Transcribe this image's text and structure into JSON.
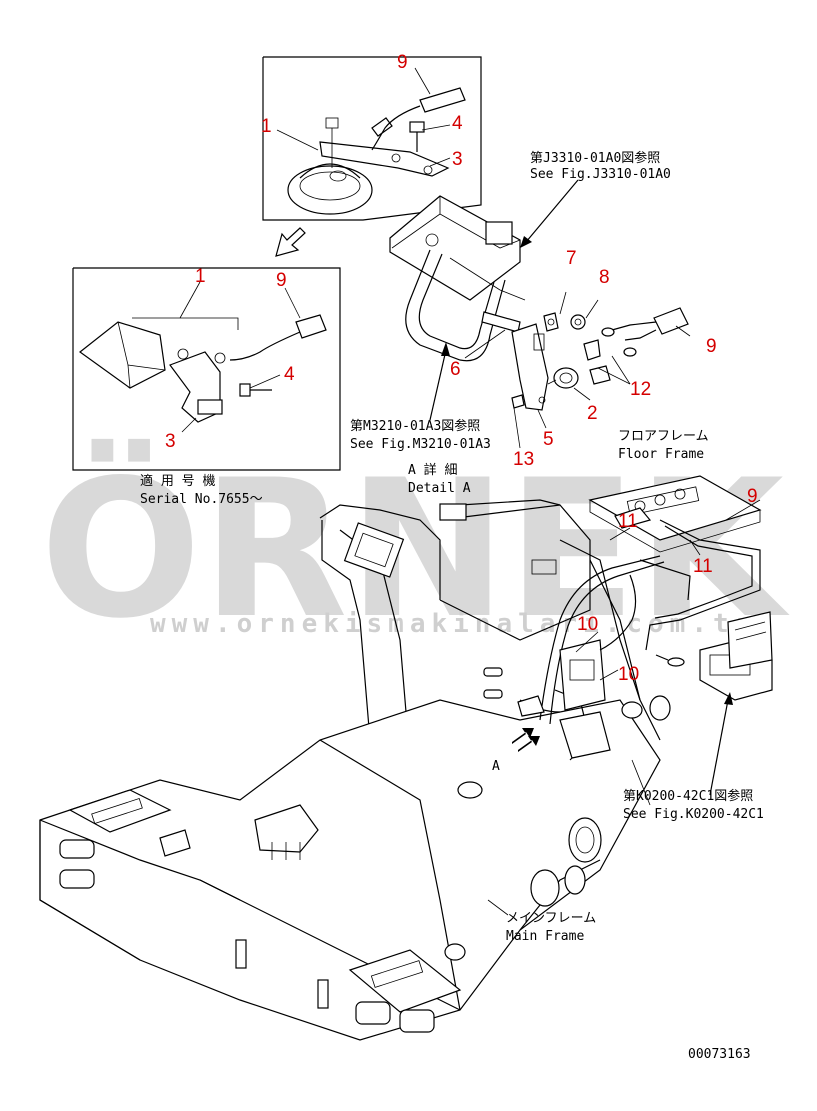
{
  "callouts": {
    "c9_top": "9",
    "c1_top": "1",
    "c4_top": "4",
    "c3_top": "3",
    "c1_mid": "1",
    "c9_mid": "9",
    "c4_mid": "4",
    "c3_mid": "3",
    "c7": "7",
    "c8": "8",
    "c9_right": "9",
    "c6": "6",
    "c12": "12",
    "c2": "2",
    "c5": "5",
    "c13": "13",
    "c9_frame": "9",
    "c11_a": "11",
    "c11_b": "11",
    "c10_a": "10",
    "c10_b": "10"
  },
  "notes": {
    "ref_j3310_jp": "第J3310-01A0図参照",
    "ref_j3310_en": "See Fig.J3310-01A0",
    "ref_m3210_jp": "第M3210-01A3図参照",
    "ref_m3210_en": "See Fig.M3210-01A3",
    "floor_frame_jp": "フロアフレーム",
    "floor_frame_en": "Floor Frame",
    "serial_jp": "適 用 号 機",
    "serial_en": "Serial No.7655～",
    "detail_jp": "A 詳 細",
    "detail_en": "Detail A",
    "ref_k0200_jp": "第K0200-42C1図参照",
    "ref_k0200_en": "See Fig.K0200-42C1",
    "main_frame_jp": "メインフレーム",
    "main_frame_en": "Main Frame",
    "detail_marker": "A",
    "drawing_no": "00073163"
  },
  "watermark": {
    "brand": "ÖRNEK",
    "url": "www.ornekismakinalari.com.tr"
  }
}
